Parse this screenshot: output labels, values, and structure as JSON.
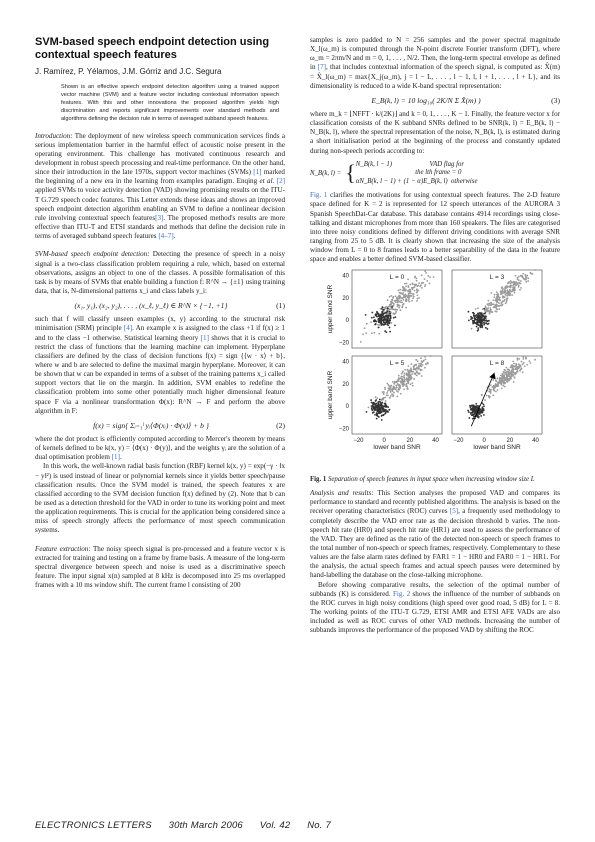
{
  "title": "SVM-based speech endpoint detection using contextual speech features",
  "authors": "J. Ramírez, P. Yélamos, J.M. Górriz and J.C. Segura",
  "abstract": "Shown is an effective speech endpoint detection algorithm using a trained support vector machine (SVM) and a feature vector including contextual information speech features. With this and other innovations the proposed algorithm yields high discrimination and reports significant improvements over standard methods and algorithms defining the decision rule in terms of averaged subband speech features.",
  "left": {
    "intro_heading": "Introduction:",
    "intro_p1_a": "The deployment of new wireless speech communication services finds a serious implementation barrier in the harmful effect of acoustic noise present in the operating environment. This challenge has motivated continuous research and development in robust speech processing and real-time performance. On the other hand, since their introduction in the late 1970s, support vector machines (SVMs)",
    "ref1": "[1]",
    "intro_p1_b": "marked the beginning of a new era in the learning from examples paradigm. Enqing",
    "intro_etal": "et al.",
    "ref2": "[2]",
    "intro_p1_c": "applied SVMs to voice activity detection (VAD) showing promising results on the ITU-T G.729 speech codec features. This Letter extends these ideas and shows an improved speech endpoint detection algorithm enabling an SVM to define a nonlinear decision rule involving contextual speech features",
    "ref3": "[3]",
    "intro_p1_d": ". The proposed method's results are more effective than ITU-T and ETSI standards and methods that define the decision rule in terms of averaged subband speech features",
    "ref4_7": "[4–7]",
    "svm_heading": "SVM-based speech endpoint detection:",
    "svm_p1_a": "Detecting the presence of speech in a noisy signal is a two-class classification problem requiring a rule, which, based on external observations, assigns an object to one of the classes. A possible formalisation of this task is by means of SVMs that enable building a function f: R^N → {±1} using training data, that is, N-dimensional patterns x_i and class labels y_i:",
    "eq1": "(x₁, y₁), (x₂, y₂), . . . , (x_ℓ, y_ℓ) ∈ R^N × {−1, +1}",
    "eq1_num": "(1)",
    "svm_p2_a": "such that f will classify unseen examples (x, y) according to the structural risk minimisation (SRM) principle",
    "ref4": "[4]",
    "svm_p2_b": ". An example x is assigned to the class +1 if f(x) ≥ 1 and to the class −1 otherwise. Statistical learning theory",
    "svm_p2_c": "shows that it is crucial to restrict the class of functions that the learning machine can implement. Hyperplane classifiers are defined by the class of decision functions f(x) = sign {⟨w · x⟩ + b}, where w and b are selected to define the maximal margin hyperplane. Moreover, it can be shown that w can be expanded in terms of a subset of the training patterns x_i called support vectors that lie on the margin. In addition, SVM enables to redefine the classification problem into some other potentially much higher dimensional feature space F via a nonlinear transformation Φ(x): R^N → F and perform the above algorithm in F:",
    "eq2": "f(x) = sign{ Σᵢ₌₁ˡ yᵢ⟨Φ(xᵢ) · Φ(x)⟩ + b }",
    "eq2_num": "(2)",
    "svm_p3_a": "where the dot product is efficiently computed according to Mercer's theorem by means of kernels defined to be k(x, y) = ⟨Φ(x) · Φ(y)⟩, and the weights γᵢ are the solution of a dual optimisation problem",
    "svm_p3_b": ".",
    "svm_p4_a": "In this work, the well-known radial basis function (RBF) kernel k(x, y) = exp(−γ · ‖x − y‖²) is used instead of linear or polynomial kernels since it yields better speech/pause classification results. Once the SVM model is trained, the speech features x are classified according to the SVM decision function f(x) defined by (2). Note that b can be used as a detection threshold for the VAD in order to tune its working point and meet the application requirements. This is crucial for the application being considered since a miss of speech strongly affects the performance of most speech communication systems.",
    "feat_heading": "Feature extraction:",
    "feat_p1": "The noisy speech signal is pre-processed and a feature vector x is extracted for training and testing on a frame by frame basis. A measure of the long-term spectral divergence between speech and noise is used as a discriminative speech feature. The input signal x(n) sampled at 8 kHz is decomposed into 25 ms overlapped frames with a 10 ms window shift. The current frame l consisting of 200"
  },
  "right": {
    "r_p1": "samples is zero padded to N = 256 samples and the power spectral magnitude X_l(ω_m) is computed through the N-point discrete Fourier transform (DFT), where ω_m = 2πm/N and m = 0, 1, . . . , N/2. Then, the long-term spectral envelope as defined in",
    "ref7": "[7]",
    "r_p1_b": ", that includes contextual information of the speech signal, is computed as: X̂(m) = X̂_l(ω_m) = max{X_j(ω_m), j = l − L, . . . , l − 1, l, l + 1, . . . , l + L}, and its dimensionality is reduced to a wide K-band spectral representation:",
    "eq3": "E_B(k, l) = 10 log₁₀( 2K/N  Σ X̂(m) )",
    "eq3_num": "(3)",
    "r_p2": "where m_k = ⌊NFFT · k/(2K)⌋ and k = 0, 1, . . . , K − 1. Finally, the feature vector x for classification consists of the K subband SNRs defined to be SNR(k, l) = E_B(k, l) − N_B(k, l), where the spectral representation of the noise, N_B(k, l), is estimated during a short initialisation period at the beginning of the process and constantly updated during non-speech periods according to:",
    "eq4_l1": "N_B(k, l − 1)                      VAD flag for",
    "eq4_l2": "                                   the lth frame = 0",
    "eq4_l3": "αN_B(k, l − 1) + (1 − α)E_B(k, l)  otherwise",
    "eq4_lhs": "N_B(k, l) =",
    "fig1_ref": "Fig. 1",
    "r_p3": "clarifies the motivations for using contextual speech features. The 2-D feature space defined for K = 2 is represented for 12 speech utterances of the AURORA 3 Spanish SpeechDat-Car database. This database contains 4914 recordings using close-talking and distant microphones from more than 160 speakers. The files are categorised into three noisy conditions defined by different driving conditions with average SNR ranging from 25 to 5 dB. It is clearly shown that increasing the size of the analysis window from L = 0 to 8 frames leads to a better separability of the data in the feature space and enables a better defined SVM-based classifier.",
    "fig_caption_label": "Fig. 1",
    "fig_caption": "Separation of speech features in input space when increasing window size L",
    "res_heading": "Analysis and results:",
    "res_p1_a": "This Section analyses the proposed VAD and compares its performance to standard and recently published algorithms. The analysis is based on the receiver operating characteristics (ROC) curves",
    "ref5": "[5]",
    "res_p1_b": ", a frequently used methodology to completely describe the VAD error rate as the decision threshold b varies. The non-speech hit rate (HR0) and speech hit rate (HR1) are used to assess the performance of the VAD. They are defined as the ratio of the detected non-speech or speech frames to the total number of non-speech or speech frames, respectively. Complementary to these values are the false alarm rates defined by FAR1 = 1 − HR0 and FAR0 = 1 − HR1. For the analysis, the actual speech frames and actual speech pauses were determined by hand-labelling the database on the close-talking microphone.",
    "res_p2_a": "Before showing comparative results, the selection of the optimal number of subbands (K) is considered.",
    "fig2_ref": "Fig. 2",
    "res_p2_b": "shows the influence of the number of subbands on the ROC curves in high noisy conditions (high speed over good road, 5 dB) for L = 8. The working points of the ITU-T G.729, ETSI AMR and ETSI AFE VADs are also included as well as ROC curves of other VAD methods. Increasing the number of subbands improves the performance of the proposed VAD by shifting the ROC"
  },
  "figure": {
    "panel_labels": [
      "L = 0",
      "L = 3",
      "L = 5",
      "L = 8"
    ],
    "ylabel": "upper band SNR",
    "xlabel": "lower band SNR",
    "y_ticks": [
      "40",
      "20",
      "0",
      "−20"
    ],
    "x_ticks": [
      "−20",
      "0",
      "20",
      "40"
    ]
  },
  "chart_data": {
    "type": "scatter",
    "title": "",
    "xlabel": "lower band SNR",
    "ylabel": "upper band SNR",
    "xlim": [
      -25,
      45
    ],
    "ylim": [
      -25,
      45
    ],
    "panels": [
      {
        "label": "L = 0",
        "speech_center": [
          12,
          17
        ],
        "noise_center": [
          -1,
          2
        ],
        "spread": 7
      },
      {
        "label": "L = 3",
        "speech_center": [
          15,
          22
        ],
        "noise_center": [
          -3,
          0
        ],
        "spread": 6
      },
      {
        "label": "L = 5",
        "speech_center": [
          16,
          24
        ],
        "noise_center": [
          -4,
          -2
        ],
        "spread": 6
      },
      {
        "label": "L = 8",
        "speech_center": [
          18,
          27
        ],
        "noise_center": [
          -6,
          -4
        ],
        "spread": 5
      }
    ],
    "colors": {
      "speech": "#9a9a9a",
      "noise": "#333333"
    }
  },
  "footer": {
    "journal": "ELECTRONICS LETTERS",
    "date": "30th March 2006",
    "vol": "Vol. 42",
    "no": "No. 7"
  }
}
